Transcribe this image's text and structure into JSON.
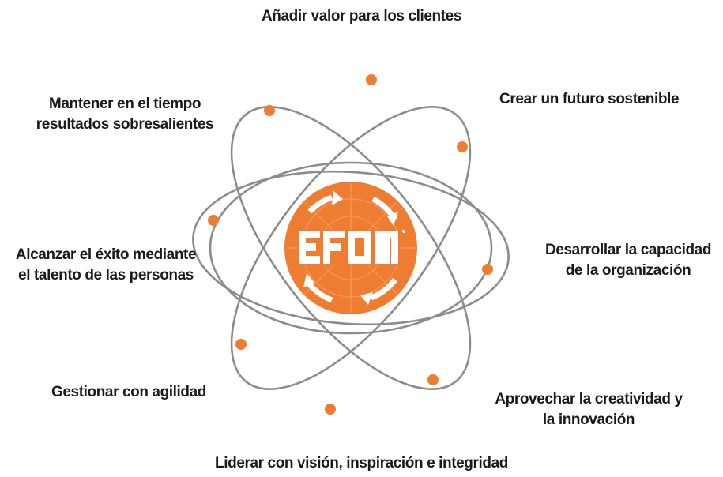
{
  "labels": {
    "top": "Añadir valor para los clientes",
    "top_right": "Crear un futuro sostenible",
    "right": [
      "Desarrollar la capacidad",
      "de la organización"
    ],
    "bottom_right": [
      "Aprovechar la creatividad y",
      "la innovación"
    ],
    "bottom": "Liderar con visión, inspiración e integridad",
    "bottom_left": "Gestionar con agilidad",
    "left": [
      "Alcanzar el éxito mediante",
      "el talento de las personas"
    ],
    "top_left": [
      "Mantener en el tiempo",
      "resultados sobresalientes"
    ]
  },
  "colors": {
    "orbit": "#8c8c8c",
    "accent": "#ee7d31",
    "text": "#1a1a1a"
  },
  "logo": {
    "description_icon": "efqm-logo"
  }
}
